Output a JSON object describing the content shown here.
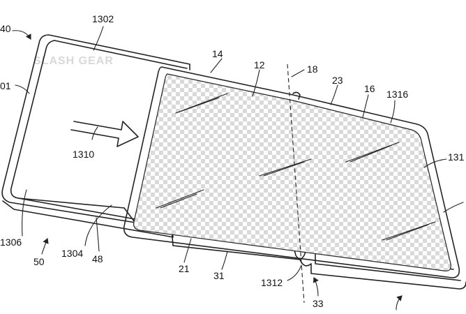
{
  "watermark": "SLASH GEAR",
  "labels": {
    "l1302": "1302",
    "l40": "40",
    "l14": "14",
    "l12": "12",
    "l18": "18",
    "l23": "23",
    "l16": "16",
    "l1316": "1316",
    "l01": "01",
    "l1310": "1310",
    "l1306": "1306",
    "l1304": "1304",
    "l48": "48",
    "l50": "50",
    "l21": "21",
    "l31": "31",
    "l1312": "1312",
    "l33": "33",
    "l131": "131"
  },
  "colors": {
    "line": "#222222",
    "checker": "#d9d9d9",
    "watermark": "#d8d8d8"
  }
}
